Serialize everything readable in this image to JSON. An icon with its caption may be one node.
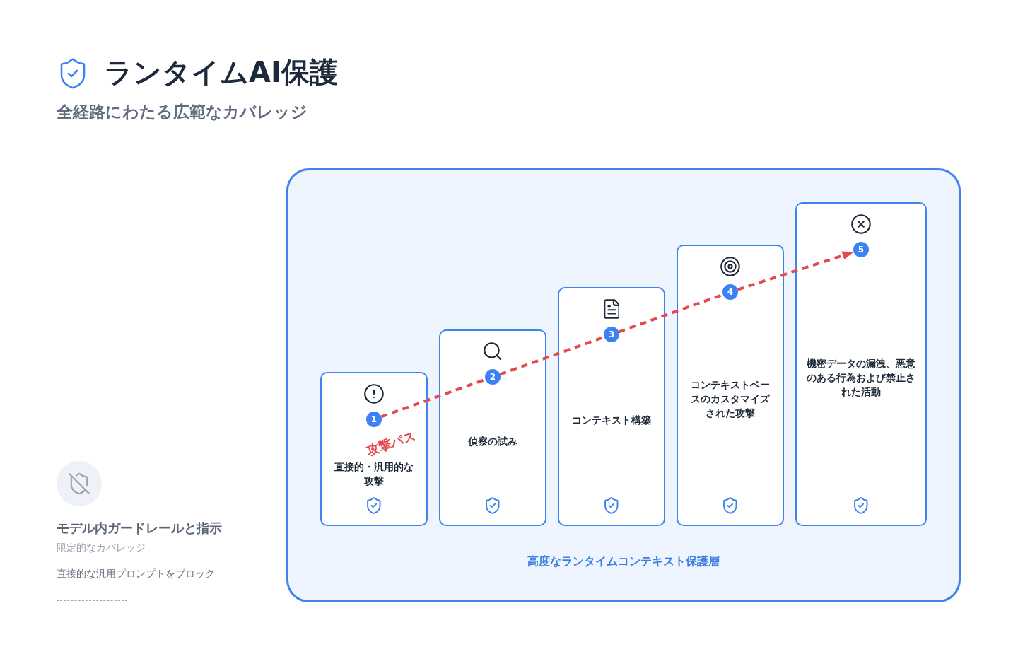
{
  "diagram": {
    "title": "ランタイムAI保護",
    "nodes": [
      {
        "text": [
          "高度なランタイムコンテキスト保護層"
        ]
      },
      {
        "text": [
          "直接的・汎用的な攻撃"
        ],
        "in": 0
      },
      {
        "text": [
          "1"
        ],
        "in": 1
      },
      {
        "text": [
          "偵察の試み"
        ],
        "in": 0
      },
      {
        "text": [
          "2"
        ],
        "in": 3
      },
      {
        "text": [
          "コンテキスト構築"
        ],
        "in": 0
      },
      {
        "text": [
          "3"
        ],
        "in": 5
      },
      {
        "text": [
          "コンテキストベースのカスタマイズされた攻撃"
        ],
        "in": 0
      },
      {
        "text": [
          "4"
        ],
        "in": 7
      },
      {
        "text": [
          "機密データの漏洩、悪意のある行為および禁止された活動"
        ],
        "in": 0
      },
      {
        "text": [
          "5"
        ],
        "in": 9
      }
    ],
    "edges": [
      {
        "from": 2,
        "to": 4,
        "arrow": "none",
        "label": "攻撃パス",
        "style": "dashed",
        "color": "#e5484d"
      },
      {
        "from": 4,
        "to": 6,
        "arrow": "none",
        "style": "dashed",
        "color": "#e5484d"
      },
      {
        "from": 6,
        "to": 8,
        "arrow": "none",
        "style": "dashed",
        "color": "#e5484d"
      },
      {
        "from": 8,
        "to": 10,
        "arrow": "to",
        "style": "dashed",
        "color": "#e5484d"
      }
    ],
    "labels": [
      "全経路にわたる広範なカバレッジ",
      "モデル内ガードレールと指示",
      "限定的なカバレッジ",
      "直接的な汎用プロンプトをブロック"
    ]
  }
}
